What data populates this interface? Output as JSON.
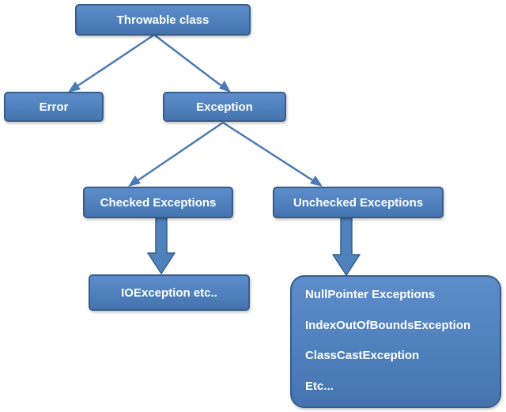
{
  "diagram": {
    "root": "Throwable class",
    "error": "Error",
    "exception": "Exception",
    "checked": "Checked Exceptions",
    "unchecked": "Unchecked Exceptions",
    "checked_examples": [
      "IOException etc",
      ".."
    ],
    "unchecked_examples": [
      "NullPointer Exceptions",
      "IndexOutOfBoundsException",
      "ClassCastException",
      "Etc..."
    ],
    "colors": {
      "node_fill": "#4f81bd",
      "node_border": "#385d8a",
      "arrow": "#4a7ab5",
      "text": "#ffffff"
    }
  }
}
